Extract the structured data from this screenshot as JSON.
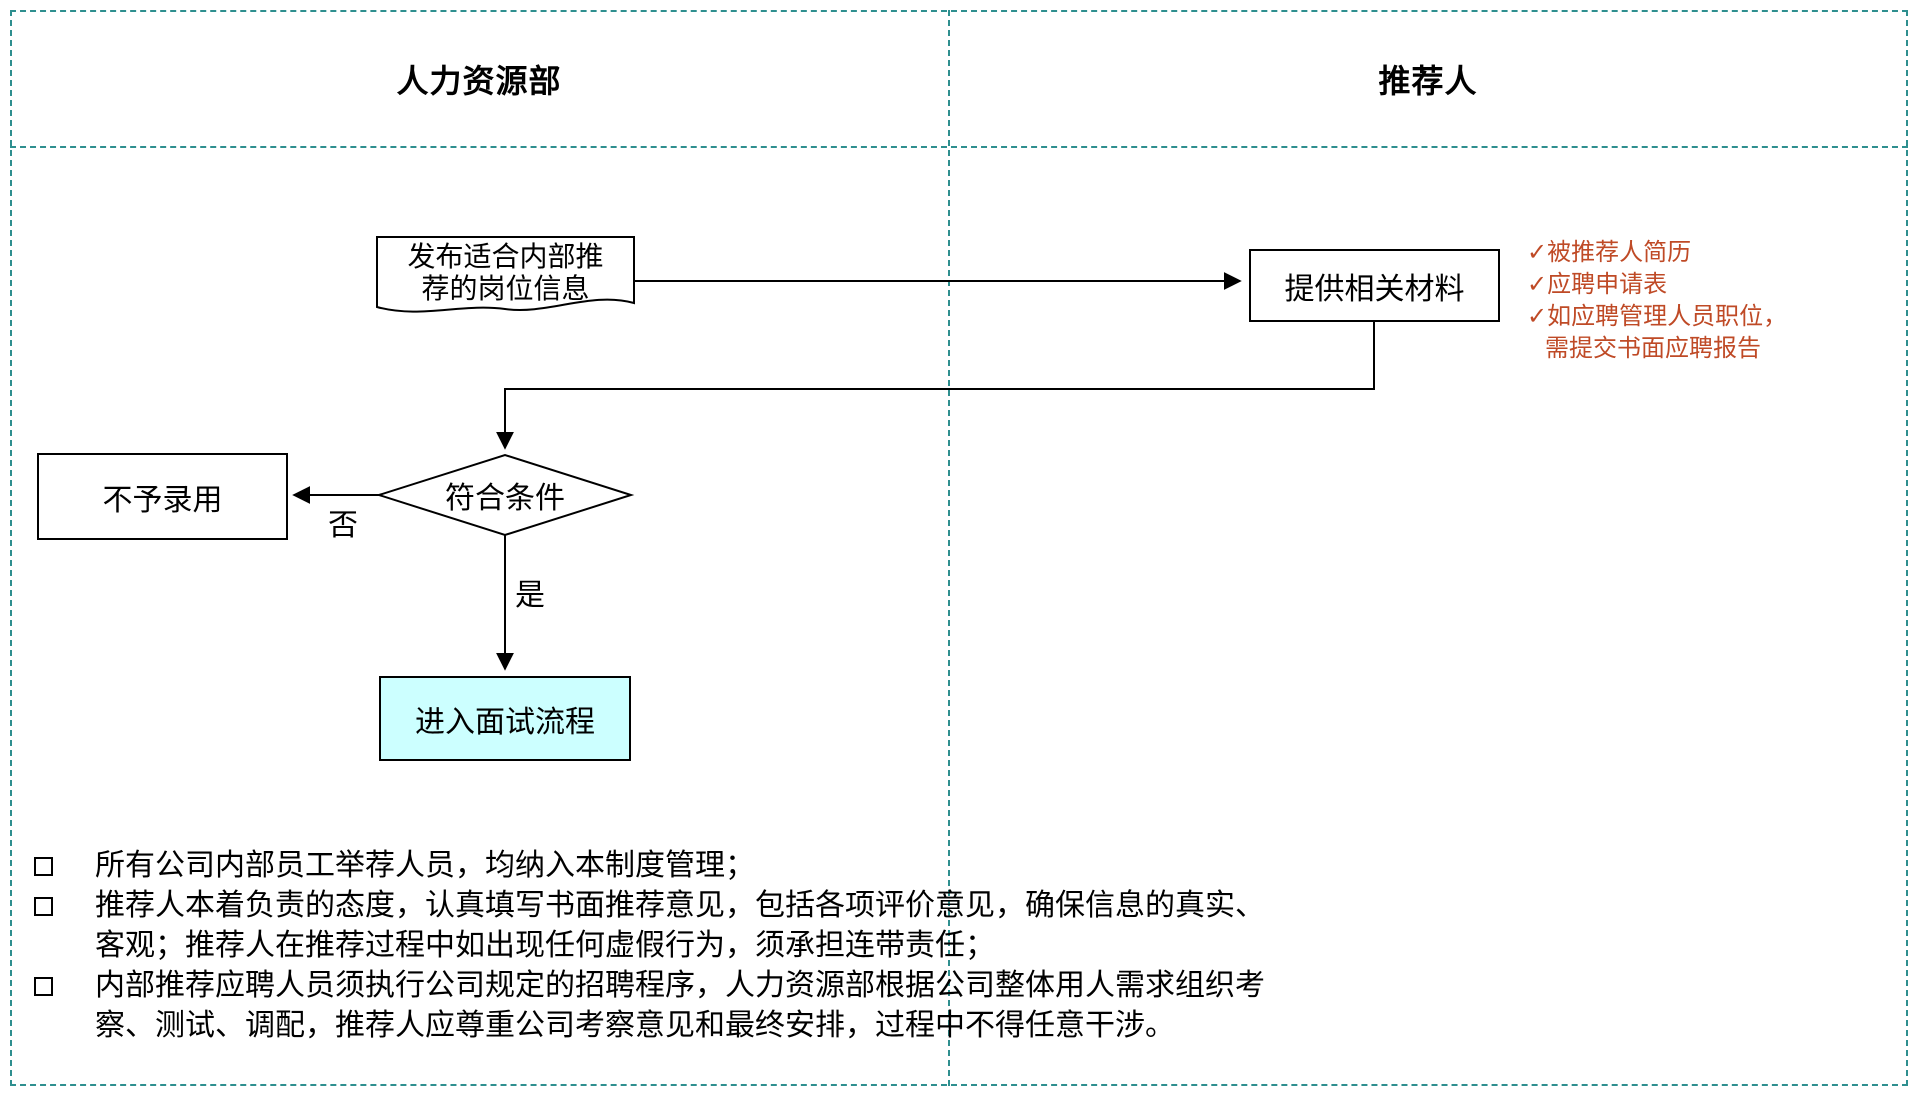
{
  "colors": {
    "lane_border": "#2e8f8f",
    "box_border": "#000000",
    "connector": "#000000",
    "interview_fill": "#ccffff",
    "annotation_red": "#bf4a26"
  },
  "lanes": {
    "left_title": "人力资源部",
    "right_title": "推荐人"
  },
  "flowchart": {
    "publish_doc_line1": "发布适合内部推",
    "publish_doc_line2": "荐的岗位信息",
    "provide_materials": "提供相关材料",
    "decision": "符合条件",
    "reject": "不予录用",
    "interview": "进入面试流程",
    "no_label": "否",
    "yes_label": "是",
    "materials_notes": [
      "✓被推荐人简历",
      "✓应聘申请表",
      "✓如应聘管理人员职位，",
      "需提交书面应聘报告"
    ]
  },
  "notes": [
    "所有公司内部员工举荐人员，均纳入本制度管理；",
    "推荐人本着负责的态度，认真填写书面推荐意见，包括各项评价意见，确保信息的真实、客观；推荐人在推荐过程中如出现任何虚假行为，须承担连带责任；",
    "内部推荐应聘人员须执行公司规定的招聘程序，人力资源部根据公司整体用人需求组织考察、测试、调配，推荐人应尊重公司考察意见和最终安排，过程中不得任意干涉。"
  ]
}
